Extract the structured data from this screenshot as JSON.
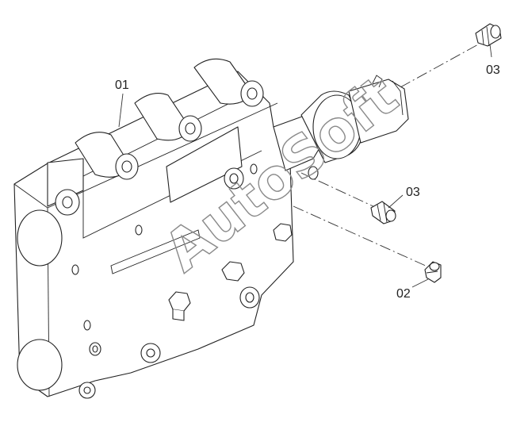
{
  "labels": {
    "body": "01",
    "fitting_top": "03",
    "fitting_mid": "03",
    "elbow": "02"
  },
  "watermark": "AutoSoft"
}
